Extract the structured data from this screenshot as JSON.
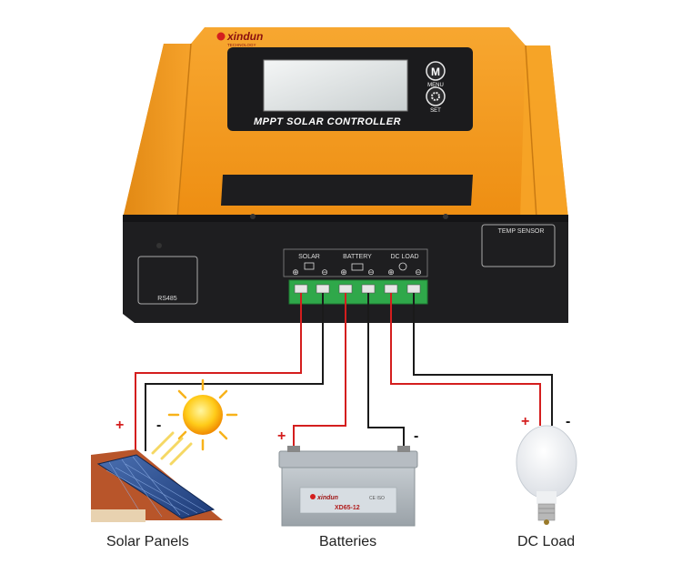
{
  "brand": {
    "name": "xindun",
    "tagline": "TECHNOLOGY"
  },
  "controller": {
    "title": "MPPT SOLAR CONTROLLER",
    "menu_key": "M",
    "menu_label": "MENU",
    "set_label": "SET",
    "rs485_label": "RS485",
    "temp_sensor_label": "TEMP SENSOR",
    "terminals": [
      "SOLAR",
      "BATTERY",
      "DC LOAD"
    ],
    "plus_symbol": "⊕",
    "minus_symbol": "⊖"
  },
  "components": {
    "solar_label": "Solar Panels",
    "battery_label": "Batteries",
    "load_label": "DC Load"
  },
  "battery_print": {
    "brand": "xindun",
    "model": "XD65-12",
    "cert": "CE ISO"
  },
  "polarity": {
    "plus": "+",
    "minus": "-"
  },
  "colors": {
    "housing": "#f59a1e",
    "housing_dark": "#c97a12",
    "panel": "#1e1e20",
    "positive_wire": "#d41e1e",
    "negative_wire": "#1a1a1a",
    "terminal": "#2fa84a"
  }
}
